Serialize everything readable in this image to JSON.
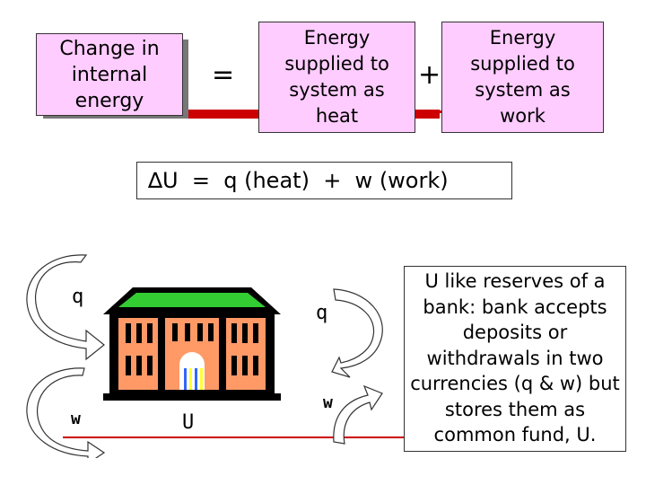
{
  "top_row": {
    "lhs": "Change in internal energy",
    "equals": "=",
    "heat_box": "Energy supplied to system as heat",
    "plus": "+",
    "work_box": "Energy supplied to system as work"
  },
  "equation": "∆U  =  q (heat)  +  w (work)",
  "diagram": {
    "q_in": "q",
    "w_in": "w",
    "q_out": "q",
    "w_out": "w",
    "u_label": "U"
  },
  "analogy_note": "U like reserves of a bank: bank accepts deposits or withdrawals in two currencies (q & w) but stores them as common fund, U.",
  "colors": {
    "box_fill": "#ffccff",
    "rule": "#cc0000",
    "roof": "#33cc33",
    "building": "#000000",
    "windows": "#ff9966"
  }
}
